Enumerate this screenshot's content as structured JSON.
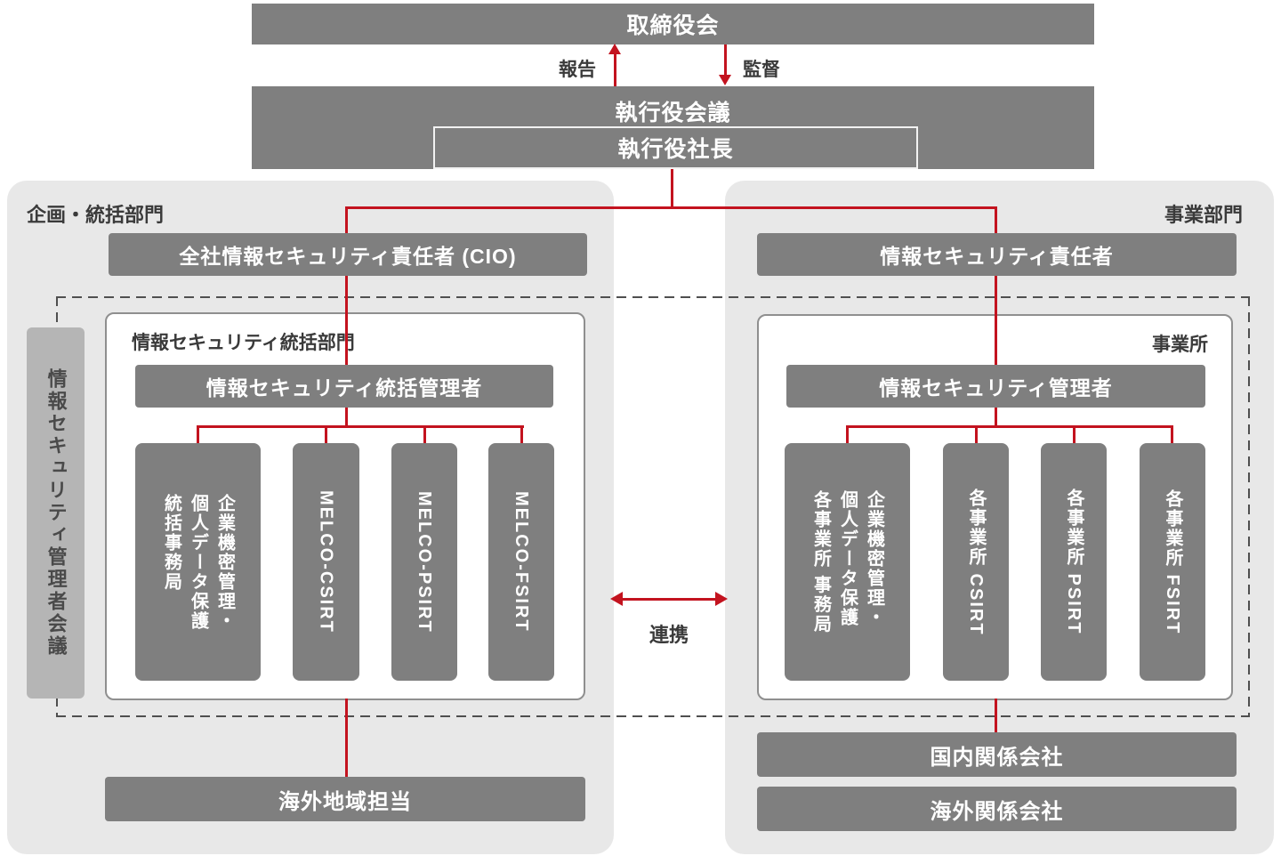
{
  "colors": {
    "bar_gray": "#7f7f7f",
    "panel_gray": "#e8e8e8",
    "council_gray": "#b5b5b5",
    "accent_red": "#c3131f",
    "dash_gray": "#4f4f4f",
    "text_dark": "#3a3a3a",
    "text_white": "#ffffff"
  },
  "top": {
    "board": "取締役会",
    "report": "報告",
    "supervise": "監督",
    "exec_meeting": "執行役会議",
    "president": "執行役社長"
  },
  "left_panel": {
    "title": "企画・統括部門",
    "ciso_bar": "全社情報セキュリティ責任者 (CIO)",
    "council_label": "情報セキュリティ管理者会議",
    "dept_box": {
      "title": "情報セキュリティ統括部門",
      "manager_bar": "情報セキュリティ統括管理者",
      "children": [
        "企業機密管理・\n個人データ保護\n統括事務局",
        "MELCO-CSIRT",
        "MELCO-PSIRT",
        "MELCO-FSIRT"
      ]
    },
    "overseas_bar": "海外地域担当"
  },
  "right_panel": {
    "title": "事業部門",
    "officer_bar": "情報セキュリティ責任者",
    "office_box": {
      "title": "事業所",
      "manager_bar": "情報セキュリティ管理者",
      "children": [
        "企業機密管理・\n個人データ保護\n各事業所 事務局",
        "各事業所 CSIRT",
        "各事業所 PSIRT",
        "各事業所 FSIRT"
      ]
    },
    "domestic_bar": "国内関係会社",
    "overseas_bar": "海外関係会社"
  },
  "center": {
    "cooperation": "連携"
  }
}
